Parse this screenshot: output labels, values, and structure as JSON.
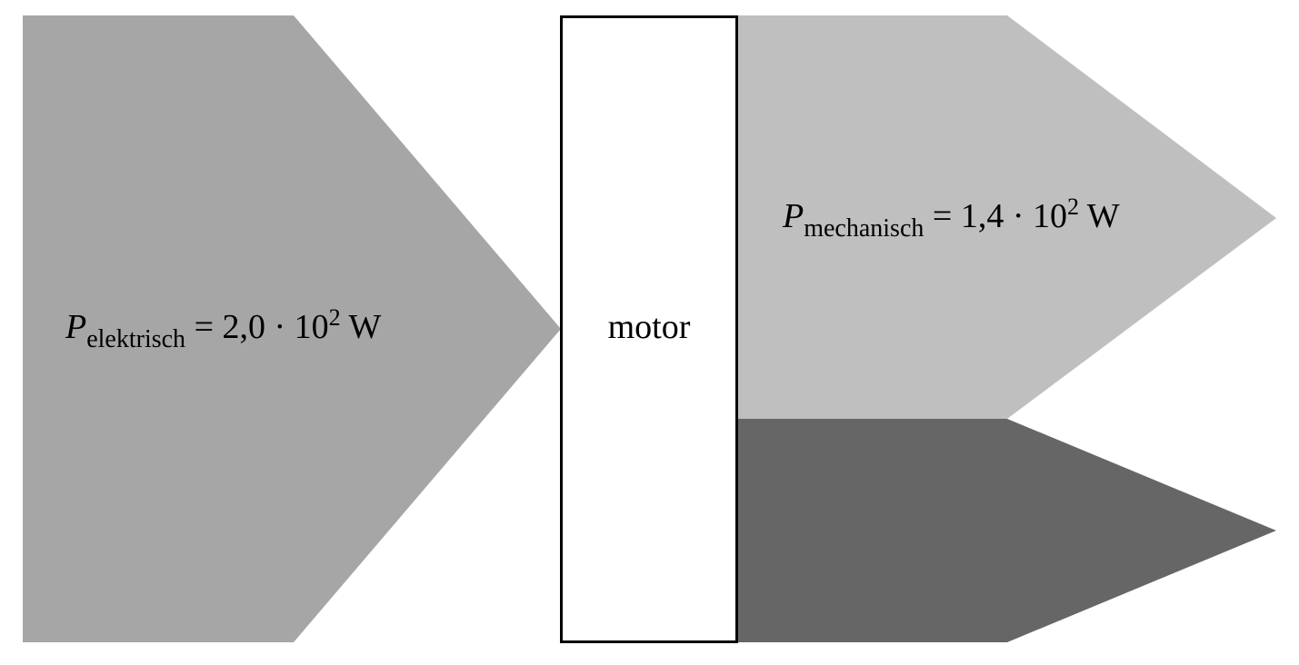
{
  "diagram": {
    "motor_label": "motor",
    "input": {
      "symbol": "P",
      "subscript": "elektrisch",
      "equals": " = 2,0 · 10",
      "exponent": "2",
      "unit": " W"
    },
    "output_mechanical": {
      "symbol": "P",
      "subscript": "mechanisch",
      "equals": " = 1,4 · 10",
      "exponent": "2",
      "unit": " W"
    }
  },
  "colors": {
    "input_arrow": "#a6a6a6",
    "mechanical_arrow": "#bfbfbf",
    "loss_arrow": "#666666",
    "motor_fill": "#ffffff",
    "motor_border": "#000000"
  }
}
